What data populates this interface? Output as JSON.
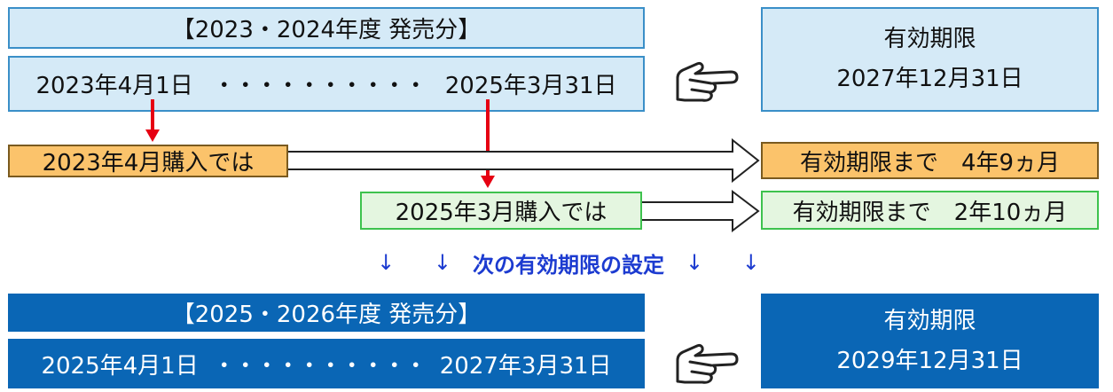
{
  "period_1": {
    "header": "【2023・2024年度 発売分】",
    "start": "2023年4月1日",
    "dots": "・・・・・・・・・・",
    "end": "2025年3月31日",
    "expiry_label": "有効期限",
    "expiry_date": "2027年12月31日"
  },
  "purchase_early": {
    "label": "2023年4月購入では",
    "result": "有効期限まで　4年9ヵ月"
  },
  "purchase_late": {
    "label": "2025年3月購入では",
    "result": "有効期限まで　2年10ヵ月"
  },
  "transition": {
    "left_arrows": "↓ ↓",
    "caption": "次の有効期限の設定",
    "right_arrows": "↓ ↓"
  },
  "period_2": {
    "header": "【2025・2026年度 発売分】",
    "start": "2025年4月1日",
    "dots": "・・・・・・・・・・",
    "end": "2027年3月31日",
    "expiry_label": "有効期限",
    "expiry_date": "2029年12月31日"
  },
  "colors": {
    "light_blue": "#d5eaf7",
    "dark_blue": "#0a66b5",
    "orange": "#fbc36b",
    "green": "#e4f6e0",
    "red_arrow": "#e60012",
    "caption_blue": "#1c3bd0"
  },
  "icons": [
    "pointing-hand-icon",
    "down-arrow-icon",
    "right-arrow-icon"
  ]
}
